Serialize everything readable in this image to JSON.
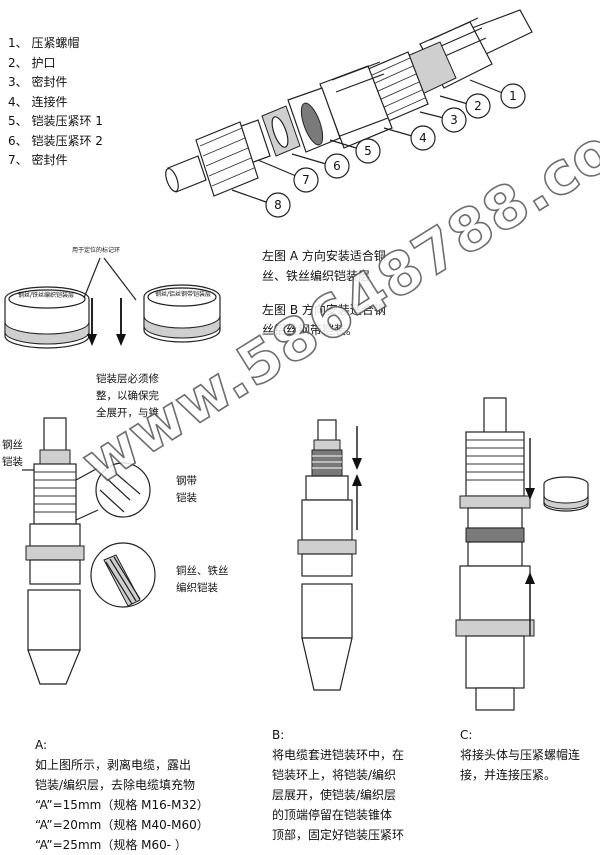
{
  "parts_list": [
    "1、 压紧螺帽",
    "2、 护口",
    "3、 密封件",
    "4、 连接件",
    "5、 铠装压紧环 1",
    "6、 铠装压紧环 2",
    "7、 密封件"
  ],
  "callouts": [
    "1",
    "2",
    "3",
    "4",
    "5",
    "6",
    "7",
    "8"
  ],
  "ring_figure": {
    "top_label": "用于定位的标记环",
    "ring_a_label": "钢丝/铁丝编织铠装层",
    "ring_b_label": "钢丝/铝丝钢带铠装层"
  },
  "ring_notes": [
    "左图 A 方向安装适合铜",
    "丝、铁丝编织铠装层",
    "左图 B 方向安装适合钢",
    "丝铝丝钢带铠装。"
  ],
  "step_a_labels": {
    "armor_note": [
      "铠装层必须修",
      "整，以确保完",
      "全展开，与锥"
    ],
    "steel_wire": [
      "钢丝",
      "铠装"
    ],
    "steel_tape": [
      "钢带",
      "铠装"
    ],
    "braid": [
      "铜丝、铁丝",
      "编织铠装"
    ]
  },
  "step_a": {
    "title": "A:",
    "lines": [
      "如上图所示，剥离电缆，露出",
      "铠装/编织层，去除电缆填充物",
      "“A”=15mm（规格 M16-M32）",
      "“A”=20mm（规格 M40-M60）",
      "“A”=25mm（规格 M60-      ）"
    ]
  },
  "step_b": {
    "title": "B:",
    "lines": [
      "将电缆套进铠装环中，在",
      "铠装环上，将铠装/编织",
      "层展开，使铠装/编织层",
      "的顶端停留在铠装锥体",
      "顶部，固定好铠装压紧环"
    ]
  },
  "step_c": {
    "title": "C:",
    "lines": [
      "将接头体与压紧螺帽连",
      "接，并连接压紧。"
    ]
  },
  "watermark": "www.58648788.com"
}
